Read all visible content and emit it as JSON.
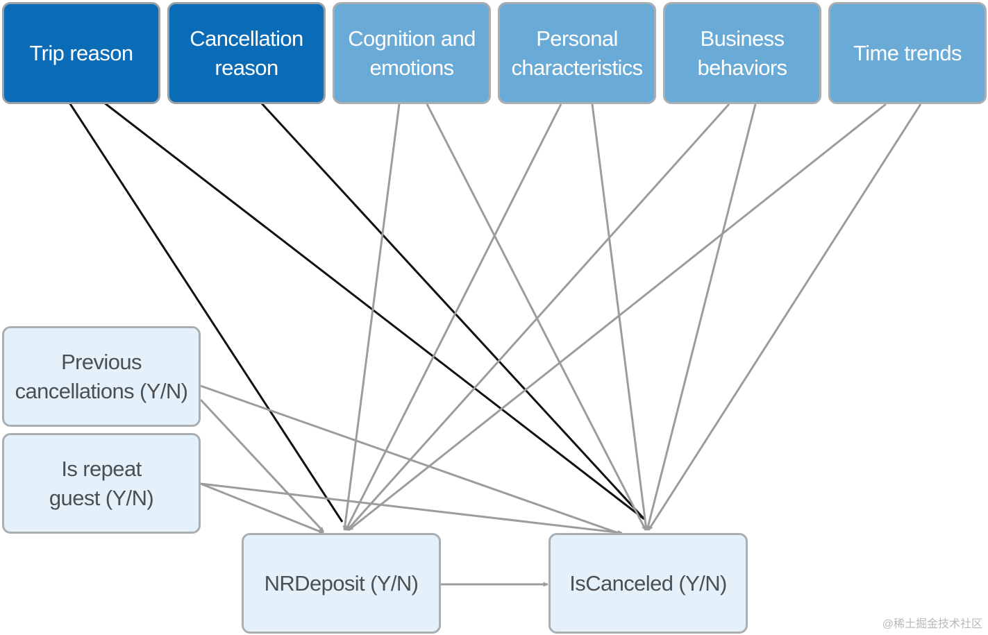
{
  "nodes": {
    "trip_reason": "Trip reason",
    "cancellation_reason_1": "Cancellation",
    "cancellation_reason_2": "reason",
    "cognition_1": "Cognition and",
    "cognition_2": "emotions",
    "personal_1": "Personal",
    "personal_2": "characteristics",
    "business_1": "Business",
    "business_2": "behaviors",
    "time_trends": "Time trends",
    "prev_cancel_1": "Previous",
    "prev_cancel_2": "cancellations (Y/N)",
    "repeat_guest_1": "Is repeat",
    "repeat_guest_2": "guest (Y/N)",
    "nrdeposit": "NRDeposit (Y/N)",
    "iscanceled": "IsCanceled (Y/N)"
  },
  "colors": {
    "dark_box": "#0a6cb7",
    "mid_box": "#6aaad7",
    "light_box": "#e5f1fa",
    "black_edge": "#111111",
    "gray_edge": "#9c9c9c"
  },
  "edges": [
    {
      "from": "trip_reason",
      "to": "nrdeposit",
      "color": "black"
    },
    {
      "from": "trip_reason",
      "to": "iscanceled",
      "color": "black"
    },
    {
      "from": "cancellation_reason",
      "to": "iscanceled",
      "color": "black"
    },
    {
      "from": "cognition_and_emotions",
      "to": "nrdeposit",
      "color": "gray"
    },
    {
      "from": "cognition_and_emotions",
      "to": "iscanceled",
      "color": "gray"
    },
    {
      "from": "personal_characteristics",
      "to": "nrdeposit",
      "color": "gray"
    },
    {
      "from": "personal_characteristics",
      "to": "iscanceled",
      "color": "gray"
    },
    {
      "from": "business_behaviors",
      "to": "nrdeposit",
      "color": "gray"
    },
    {
      "from": "business_behaviors",
      "to": "iscanceled",
      "color": "gray"
    },
    {
      "from": "time_trends",
      "to": "nrdeposit",
      "color": "gray"
    },
    {
      "from": "time_trends",
      "to": "iscanceled",
      "color": "gray"
    },
    {
      "from": "previous_cancellations",
      "to": "nrdeposit",
      "color": "gray"
    },
    {
      "from": "previous_cancellations",
      "to": "iscanceled",
      "color": "gray"
    },
    {
      "from": "is_repeat_guest",
      "to": "nrdeposit",
      "color": "gray"
    },
    {
      "from": "is_repeat_guest",
      "to": "iscanceled",
      "color": "gray"
    },
    {
      "from": "nrdeposit",
      "to": "iscanceled",
      "color": "gray"
    }
  ],
  "watermark": "@稀土掘金技术社区"
}
